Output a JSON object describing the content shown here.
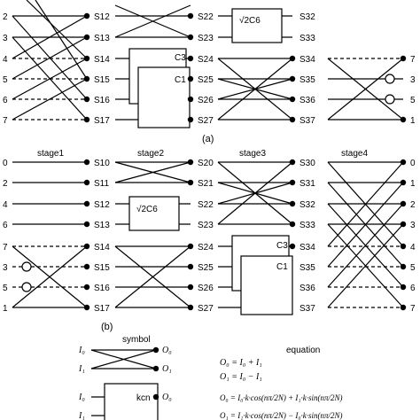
{
  "fig_a": {
    "inputs": [
      "2",
      "3",
      "4",
      "5",
      "6",
      "7"
    ],
    "s1": [
      "S12",
      "S13",
      "S14",
      "S15",
      "S16",
      "S17"
    ],
    "s2": [
      "S22",
      "S23",
      "S24",
      "S25",
      "S26",
      "S27"
    ],
    "s3": [
      "S32",
      "S33",
      "S34",
      "S35",
      "S36",
      "S37"
    ],
    "outputs": [
      "7",
      "3",
      "5",
      "1"
    ],
    "box_sqrt": "√2C6",
    "box_c3": "C3",
    "box_c1": "C1",
    "caption": "(a)"
  },
  "fig_b": {
    "stages": [
      "stage1",
      "stage2",
      "stage3",
      "stage4"
    ],
    "inputs": [
      "0",
      "2",
      "4",
      "6",
      "7",
      "3",
      "5",
      "1"
    ],
    "s1": [
      "S10",
      "S11",
      "S12",
      "S13",
      "S14",
      "S15",
      "S16",
      "S17"
    ],
    "s2": [
      "S20",
      "S21",
      "S22",
      "S23",
      "S24",
      "S25",
      "S26",
      "S27"
    ],
    "s3": [
      "S30",
      "S31",
      "S32",
      "S33",
      "S34",
      "S35",
      "S36",
      "S37"
    ],
    "outputs": [
      "0",
      "1",
      "2",
      "3",
      "4",
      "5",
      "6",
      "7"
    ],
    "box_sqrt": "√2C6",
    "box_c3": "C3",
    "box_c1": "C1",
    "caption": "(b)"
  },
  "legend": {
    "symbol_title": "symbol",
    "equation_title": "equation",
    "i0": "I₀",
    "i1": "I₁",
    "o0": "O₀",
    "o1": "O₁",
    "kcn": "kcn",
    "eq1": "O₀ = I₀ + I₁",
    "eq2": "O₁ = I₀ − I₁",
    "eq3": "O₀ = I₀·k·cos(nπ/2N) + I₁·k·sin(nπ/2N)",
    "eq4": "O₁ = I₁·k·cos(nπ/2N) − I₀·k·sin(nπ/2N)"
  }
}
